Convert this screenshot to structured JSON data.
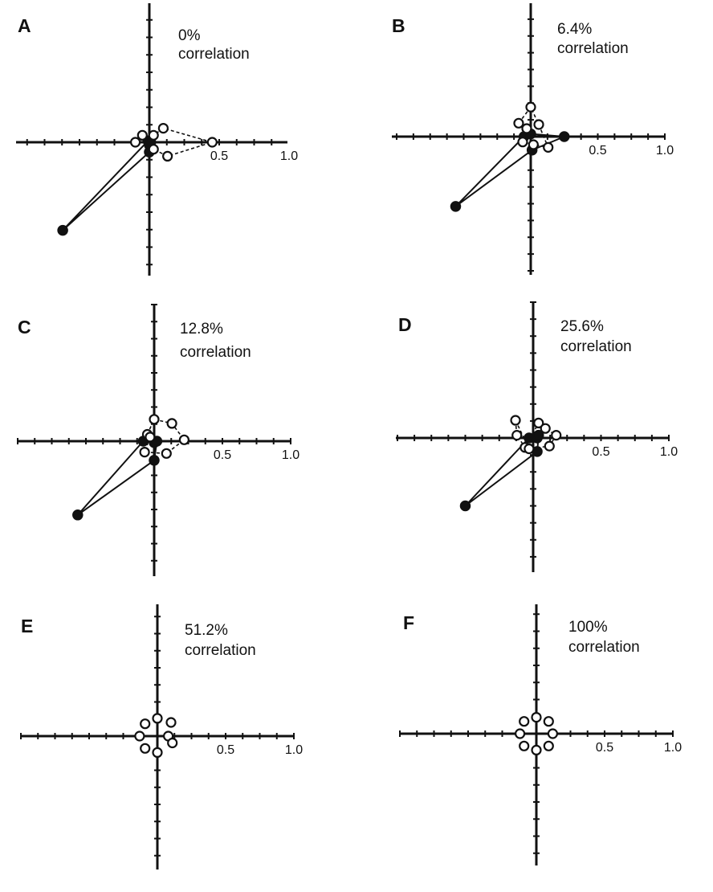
{
  "chart_data": [
    {
      "panel": "A",
      "type": "scatter",
      "title": "0%",
      "subtitle": "correlation",
      "x_tick_labels": [
        "0.5",
        "1.0"
      ],
      "xlim": [
        -1,
        1
      ],
      "ylim": [
        -1,
        1
      ],
      "series": [
        {
          "style": "filled",
          "connect": "solid",
          "points": [
            [
              -0.01,
              0.01
            ],
            [
              0.0,
              -0.02
            ],
            [
              0.01,
              0.0
            ],
            [
              0.0,
              -0.07
            ],
            [
              -0.62,
              -0.63
            ],
            [
              -0.01,
              0.01
            ]
          ]
        },
        {
          "style": "open",
          "connect": "dashed",
          "points": [
            [
              -0.1,
              0.0
            ],
            [
              0.03,
              0.05
            ],
            [
              0.1,
              0.1
            ],
            [
              0.45,
              0.0
            ],
            [
              0.13,
              -0.1
            ],
            [
              0.03,
              -0.05
            ],
            [
              -0.05,
              0.05
            ],
            [
              -0.1,
              0.0
            ]
          ]
        }
      ]
    },
    {
      "panel": "B",
      "type": "scatter",
      "title": "6.4%",
      "subtitle": "correlation",
      "x_tick_labels": [
        "0.5",
        "1.0"
      ],
      "xlim": [
        -1,
        1
      ],
      "ylim": [
        -1,
        1
      ],
      "series": [
        {
          "style": "filled",
          "connect": "solid",
          "points": [
            [
              -0.05,
              0.0
            ],
            [
              0.0,
              0.02
            ],
            [
              0.25,
              0.0
            ],
            [
              0.01,
              -0.1
            ],
            [
              -0.56,
              -0.52
            ],
            [
              -0.05,
              0.0
            ]
          ]
        },
        {
          "style": "open",
          "connect": "dashed",
          "points": [
            [
              -0.09,
              0.1
            ],
            [
              0.0,
              0.22
            ],
            [
              0.06,
              0.09
            ],
            [
              0.13,
              -0.08
            ],
            [
              0.02,
              -0.06
            ],
            [
              -0.06,
              -0.04
            ],
            [
              -0.03,
              0.06
            ],
            [
              -0.09,
              0.1
            ]
          ]
        }
      ]
    },
    {
      "panel": "C",
      "type": "scatter",
      "title": "12.8%",
      "subtitle": "correlation",
      "x_tick_labels": [
        "0.5",
        "1.0"
      ],
      "xlim": [
        -1,
        1
      ],
      "ylim": [
        -1,
        1
      ],
      "series": [
        {
          "style": "filled",
          "connect": "solid",
          "points": [
            [
              -0.08,
              0.0
            ],
            [
              0.0,
              -0.01
            ],
            [
              0.02,
              0.0
            ],
            [
              0.0,
              -0.14
            ],
            [
              -0.56,
              -0.54
            ],
            [
              -0.08,
              0.0
            ]
          ]
        },
        {
          "style": "open",
          "connect": "dashed",
          "points": [
            [
              -0.05,
              0.05
            ],
            [
              0.0,
              0.16
            ],
            [
              0.13,
              0.13
            ],
            [
              0.22,
              0.01
            ],
            [
              0.09,
              -0.09
            ],
            [
              -0.07,
              -0.08
            ],
            [
              -0.03,
              0.03
            ],
            [
              -0.05,
              0.05
            ]
          ]
        }
      ]
    },
    {
      "panel": "D",
      "type": "scatter",
      "title": "25.6%",
      "subtitle": "correlation",
      "x_tick_labels": [
        "0.5",
        "1.0"
      ],
      "xlim": [
        -1,
        1
      ],
      "ylim": [
        -1,
        1
      ],
      "series": [
        {
          "style": "filled",
          "connect": "solid",
          "points": [
            [
              -0.03,
              0.0
            ],
            [
              0.03,
              0.0
            ],
            [
              0.04,
              0.02
            ],
            [
              0.03,
              -0.1
            ],
            [
              -0.5,
              -0.5
            ],
            [
              -0.03,
              0.0
            ]
          ]
        },
        {
          "style": "open",
          "connect": "dashed",
          "points": [
            [
              -0.13,
              0.13
            ],
            [
              -0.12,
              0.02
            ],
            [
              -0.06,
              -0.07
            ],
            [
              0.04,
              0.11
            ],
            [
              0.09,
              0.07
            ],
            [
              0.17,
              0.02
            ],
            [
              0.12,
              -0.06
            ],
            [
              -0.03,
              -0.08
            ],
            [
              -0.13,
              0.13
            ]
          ]
        }
      ]
    },
    {
      "panel": "E",
      "type": "scatter",
      "title": "51.2%",
      "subtitle": "correlation",
      "x_tick_labels": [
        "0.5",
        "1.0"
      ],
      "xlim": [
        -1,
        1
      ],
      "ylim": [
        -1,
        1
      ],
      "series": [
        {
          "style": "open",
          "connect": "none",
          "points": [
            [
              0.0,
              0.13
            ],
            [
              0.1,
              0.1
            ],
            [
              0.08,
              0.0
            ],
            [
              0.11,
              -0.05
            ],
            [
              0.0,
              -0.12
            ],
            [
              -0.09,
              -0.09
            ],
            [
              -0.13,
              0.0
            ],
            [
              -0.09,
              0.09
            ]
          ]
        }
      ]
    },
    {
      "panel": "F",
      "type": "scatter",
      "title": "100%",
      "subtitle": "correlation",
      "x_tick_labels": [
        "0.5",
        "1.0"
      ],
      "xlim": [
        -1,
        1
      ],
      "ylim": [
        -1,
        1
      ],
      "series": [
        {
          "style": "open",
          "connect": "none",
          "points": [
            [
              0.0,
              0.12
            ],
            [
              0.09,
              0.09
            ],
            [
              0.12,
              0.0
            ],
            [
              0.09,
              -0.09
            ],
            [
              0.0,
              -0.12
            ],
            [
              -0.09,
              -0.09
            ],
            [
              -0.12,
              0.0
            ],
            [
              -0.09,
              0.09
            ]
          ]
        }
      ]
    }
  ]
}
